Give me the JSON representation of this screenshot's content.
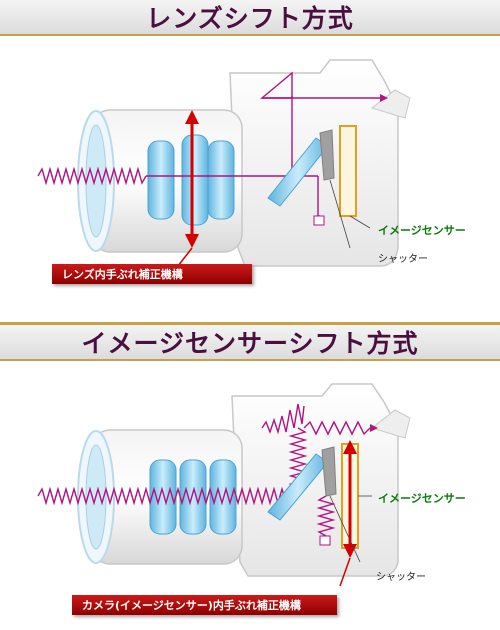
{
  "top": {
    "title": "レンズシフト方式",
    "sensor_label": "イメージセンサー",
    "shutter_label": "シャッター",
    "mechanism_label": "レンズ内手ぶれ補正機構"
  },
  "bottom": {
    "title": "イメージセンサーシフト方式",
    "sensor_label": "イメージセンサー",
    "shutter_label": "シャッター",
    "mechanism_label": "カメラ(イメージセンサー)内手ぶれ補正機構"
  },
  "colors": {
    "title": "#4a0f3e",
    "light_path": "#b0147f",
    "arrow_red": "#d40000",
    "sensor_orange": "#e0a020",
    "lens_blue": "#7ec8ea",
    "sensor_label": "#0b7a0b",
    "banner_accent": "#c8a24a"
  }
}
